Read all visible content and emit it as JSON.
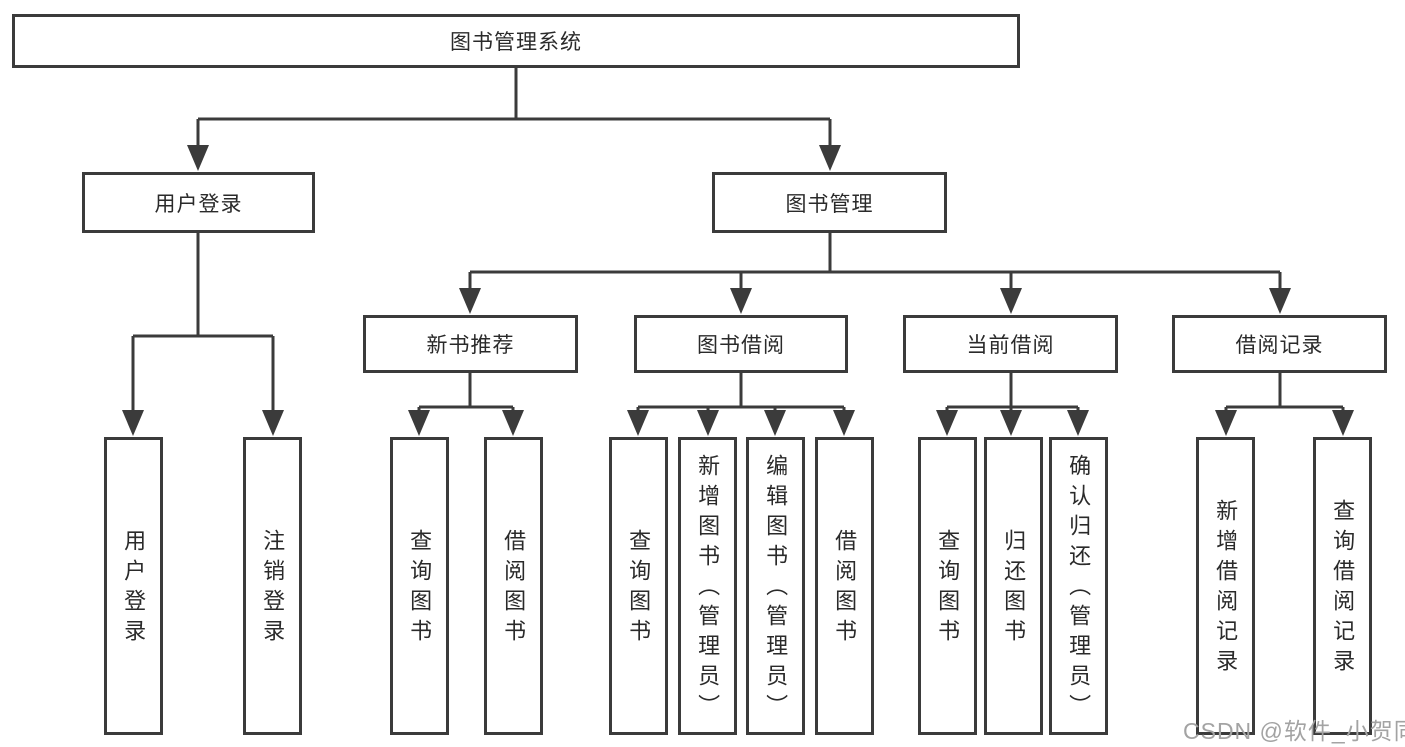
{
  "diagram": {
    "type": "hierarchy-diagram",
    "nodes": {
      "root": "图书管理系统",
      "level2": [
        "用户登录",
        "图书管理"
      ],
      "level3": [
        "新书推荐",
        "图书借阅",
        "当前借阅",
        "借阅记录"
      ],
      "leaves": {
        "user_login": [
          "用户登录",
          "注销登录"
        ],
        "new_books": [
          "查询图书",
          "借阅图书"
        ],
        "book_borrow": [
          "查询图书",
          "新增图书（管理员）",
          "编辑图书（管理员）",
          "借阅图书"
        ],
        "current_borrow": [
          "查询图书",
          "归还图书",
          "确认归还（管理员）"
        ],
        "borrow_records": [
          "新增借阅记录",
          "查询借阅记录"
        ]
      }
    },
    "watermark": "CSDN @软件_小贺同学"
  },
  "colors": {
    "line": "#3b3b3b",
    "text": "#2a2a2a",
    "watermark": "#a3a3a3",
    "background": "#ffffff"
  }
}
